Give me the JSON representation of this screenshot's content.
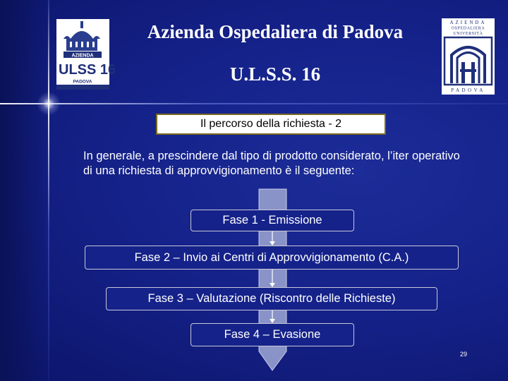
{
  "header": {
    "title": "Azienda Ospedaliera di Padova",
    "subtitle": "U.L.S.S. 16"
  },
  "logos": {
    "left": {
      "name": "ulss16-padova-logo",
      "lines": [
        "AZIENDA",
        "ULSS 16",
        "PADOVA"
      ]
    },
    "right": {
      "name": "azienda-ospedaliera-universita-padova-logo",
      "lines": [
        "AZIENDA",
        "OSPEDALIERA",
        "UNIVERSITÀ",
        "PADOVA"
      ]
    }
  },
  "slide": {
    "subtitle": "Il percorso della richiesta - 2",
    "intro": "In generale, a prescindere dal tipo di prodotto considerato, l’iter operativo di una richiesta di approvvigionamento è il seguente:",
    "phases": [
      "Fase 1 - Emissione",
      "Fase 2 – Invio ai Centri di Approvvigionamento (C.A.)",
      "Fase 3 – Valutazione (Riscontro delle Richieste)",
      "Fase 4 – Evasione"
    ],
    "page_number": "29"
  },
  "colors": {
    "background": "#15228a",
    "funnel": "#8a93c8",
    "box_border": "#7a6a20"
  }
}
